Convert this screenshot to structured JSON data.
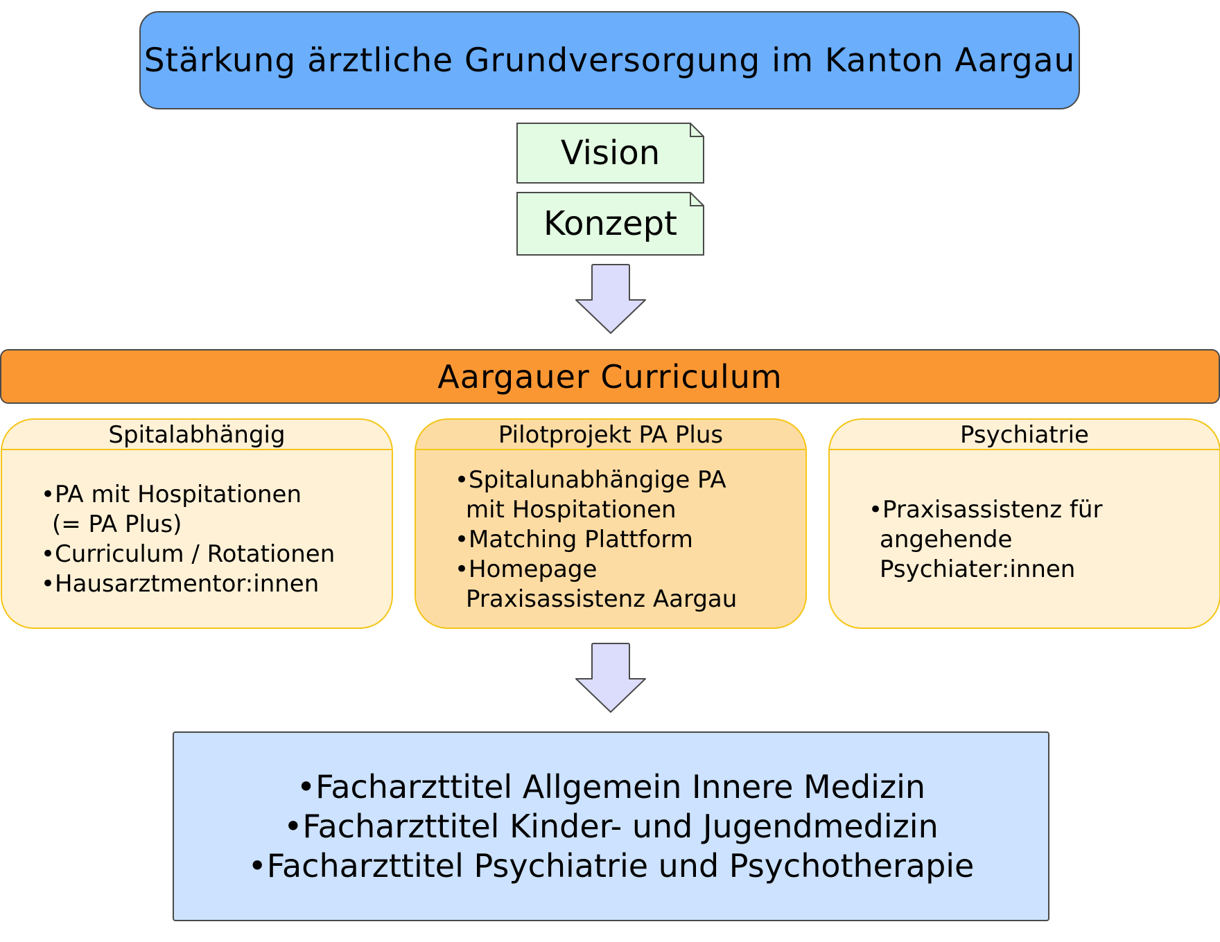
{
  "title": "Stärkung ärztliche Grundversorgung im Kanton Aargau",
  "notes": {
    "vision": "Vision",
    "konzept": "Konzept"
  },
  "curriculum": "Aargauer Curriculum",
  "panels": [
    {
      "header": "Spitalabhängig",
      "items": [
        "•PA mit Hospitationen\n(= PA Plus)",
        "•Curriculum / Rotationen",
        "•Hausarztmentor:innen"
      ]
    },
    {
      "header": "Pilotprojekt PA Plus",
      "items": [
        "•Spitalunabhängige PA\nmit Hospitationen",
        "•Matching Plattform",
        "•Homepage\nPraxisassistenz Aargau"
      ]
    },
    {
      "header": "Psychiatrie",
      "items": [
        "•Praxisassistenz für\nangehende\nPsychiater:innen"
      ]
    }
  ],
  "outcomes": [
    "•Facharzttitel Allgemein Innere Medizin",
    "•Facharzttitel Kinder- und Jugendmedizin",
    "•Facharzttitel Psychiatrie und Psychotherapie"
  ],
  "colors": {
    "title_fill": "#6aaefc",
    "note_fill": "#e2fbe2",
    "arrow_fill": "#dcdcfc",
    "curriculum_fill": "#fb9733",
    "panel_fill": "#fff1d6",
    "panel_highlight_fill": "#fddca4",
    "panel_border": "#f5c518",
    "result_fill": "#cce2fe"
  }
}
